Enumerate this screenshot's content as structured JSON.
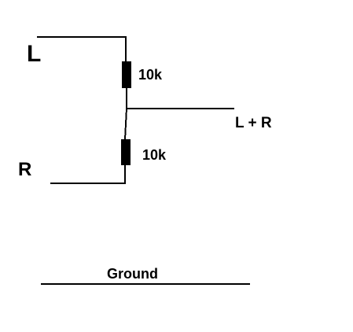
{
  "labels": {
    "left_channel": "L",
    "right_channel": "R",
    "output": "L + R",
    "ground": "Ground"
  },
  "components": [
    {
      "id": "R1",
      "value": "10k"
    },
    {
      "id": "R2",
      "value": "10k"
    }
  ],
  "colors": {
    "ink": "#000000",
    "background": "#ffffff"
  }
}
